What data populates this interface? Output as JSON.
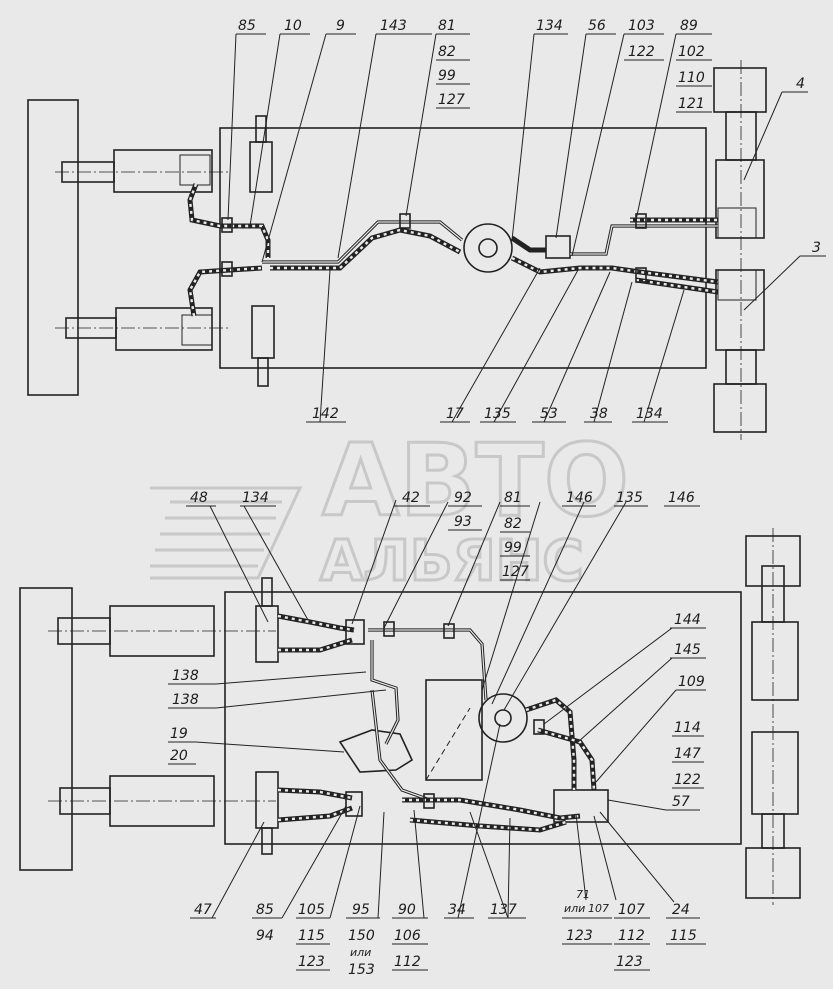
{
  "watermark": {
    "line1": "АВТО",
    "line2": "АЛЬЯНС"
  },
  "top_view": {
    "labels": {
      "l85": "85",
      "l10": "10",
      "l9": "9",
      "l143": "143",
      "l81": "81",
      "l82": "82",
      "l99": "99",
      "l127": "127",
      "l134a": "134",
      "l56": "56",
      "l103": "103",
      "l122": "122",
      "l89": "89",
      "l102": "102",
      "l110": "110",
      "l121": "121",
      "l4": "4",
      "l3": "3",
      "l142": "142",
      "l17": "17",
      "l135": "135",
      "l53": "53",
      "l38": "38",
      "l134b": "134"
    }
  },
  "bottom_view": {
    "labels": {
      "l48": "48",
      "l134": "134",
      "l42": "42",
      "l92": "92",
      "l93": "93",
      "l81": "81",
      "l82": "82",
      "l99": "99",
      "l127": "127",
      "l146a": "146",
      "l135": "135",
      "l146b": "146",
      "l144": "144",
      "l145": "145",
      "l109": "109",
      "l114": "114",
      "l147": "147",
      "l122": "122",
      "l138a": "138",
      "l138b": "138",
      "l19": "19",
      "l20": "20",
      "l57": "57",
      "l47": "47",
      "l85": "85",
      "l94": "94",
      "l105": "105",
      "l115": "115",
      "l123a": "123",
      "l95": "95",
      "l150": "150",
      "l_ili1": "или",
      "l153": "153",
      "l90": "90",
      "l106": "106",
      "l112a": "112",
      "l34": "34",
      "l137": "137",
      "l71": "71",
      "l_ili2": "или",
      "l107a": "107",
      "l107b": "107",
      "l123b": "123",
      "l112b": "112",
      "l123c": "123",
      "l24": "24",
      "l115b": "115"
    }
  }
}
